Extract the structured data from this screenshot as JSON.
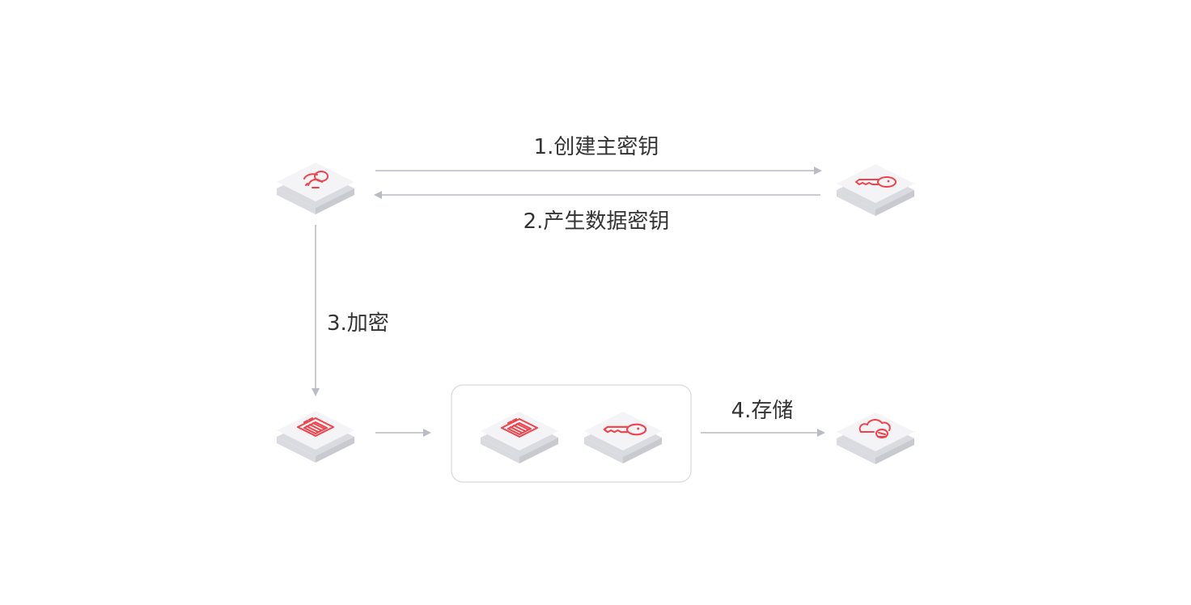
{
  "steps": {
    "create_master_key": "1.创建主密钥",
    "generate_data_key": "2.产生数据密钥",
    "encrypt": "3.加密",
    "store": "4.存储"
  },
  "colors": {
    "arrow": "#b9bcc4",
    "icon": "#f0424a",
    "tile_top": "#f4f4f6",
    "tile_side_left": "#dadbe0",
    "tile_side_right": "#c9cad0",
    "group_border": "#d8d9de",
    "text": "#333333"
  },
  "nodes": [
    {
      "name": "user",
      "icon": "user-icon"
    },
    {
      "name": "kms",
      "icon": "key-icon"
    },
    {
      "name": "data",
      "icon": "document-icon"
    },
    {
      "name": "envelope",
      "icons": [
        "document-icon",
        "key-icon"
      ]
    },
    {
      "name": "storage",
      "icon": "cloud-storage-icon"
    }
  ]
}
